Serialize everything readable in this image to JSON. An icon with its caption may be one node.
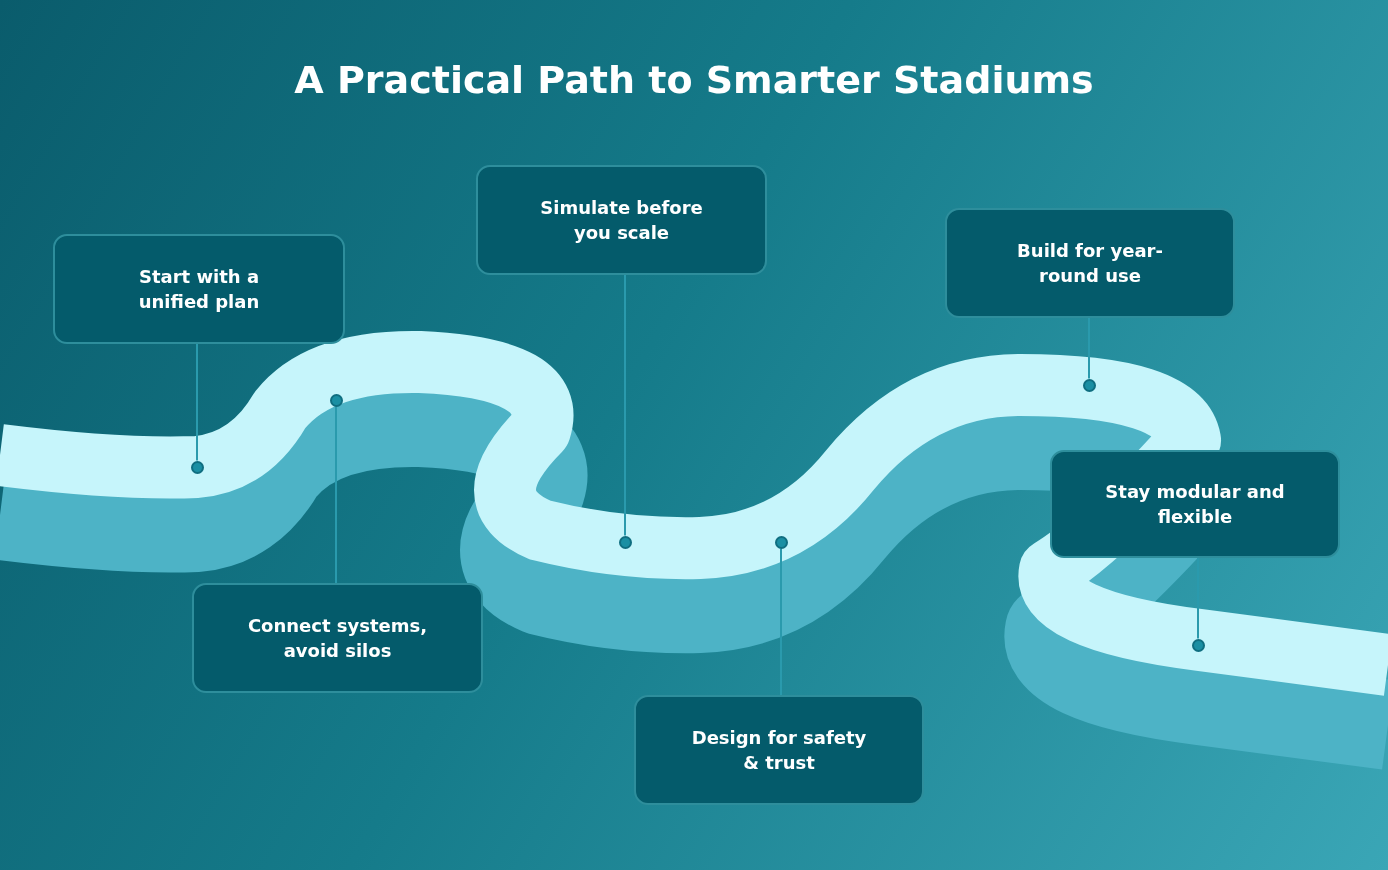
{
  "diagram": {
    "title": "A Practical Path to Smarter Stadiums",
    "nodes": [
      {
        "text": [
          "Start with a unified plan"
        ]
      },
      {
        "text": [
          "Connect systems, avoid silos"
        ]
      },
      {
        "text": [
          "Simulate before you scale"
        ]
      },
      {
        "text": [
          "Design for safety & trust"
        ]
      },
      {
        "text": [
          "Build for year-round use"
        ]
      },
      {
        "text": [
          "Stay modular and flexible"
        ]
      },
      {
        "text": [],
        "shape": "circle"
      },
      {
        "text": [],
        "shape": "circle"
      },
      {
        "text": [],
        "shape": "circle"
      },
      {
        "text": [],
        "shape": "circle"
      },
      {
        "text": [],
        "shape": "circle"
      },
      {
        "text": [],
        "shape": "circle"
      }
    ],
    "edges": [
      {
        "from": 0,
        "to": 6,
        "arrow": "none"
      },
      {
        "from": 1,
        "to": 7,
        "arrow": "none"
      },
      {
        "from": 2,
        "to": 8,
        "arrow": "none"
      },
      {
        "from": 3,
        "to": 9,
        "arrow": "none"
      },
      {
        "from": 4,
        "to": 10,
        "arrow": "none"
      },
      {
        "from": 5,
        "to": 11,
        "arrow": "none"
      }
    ]
  }
}
